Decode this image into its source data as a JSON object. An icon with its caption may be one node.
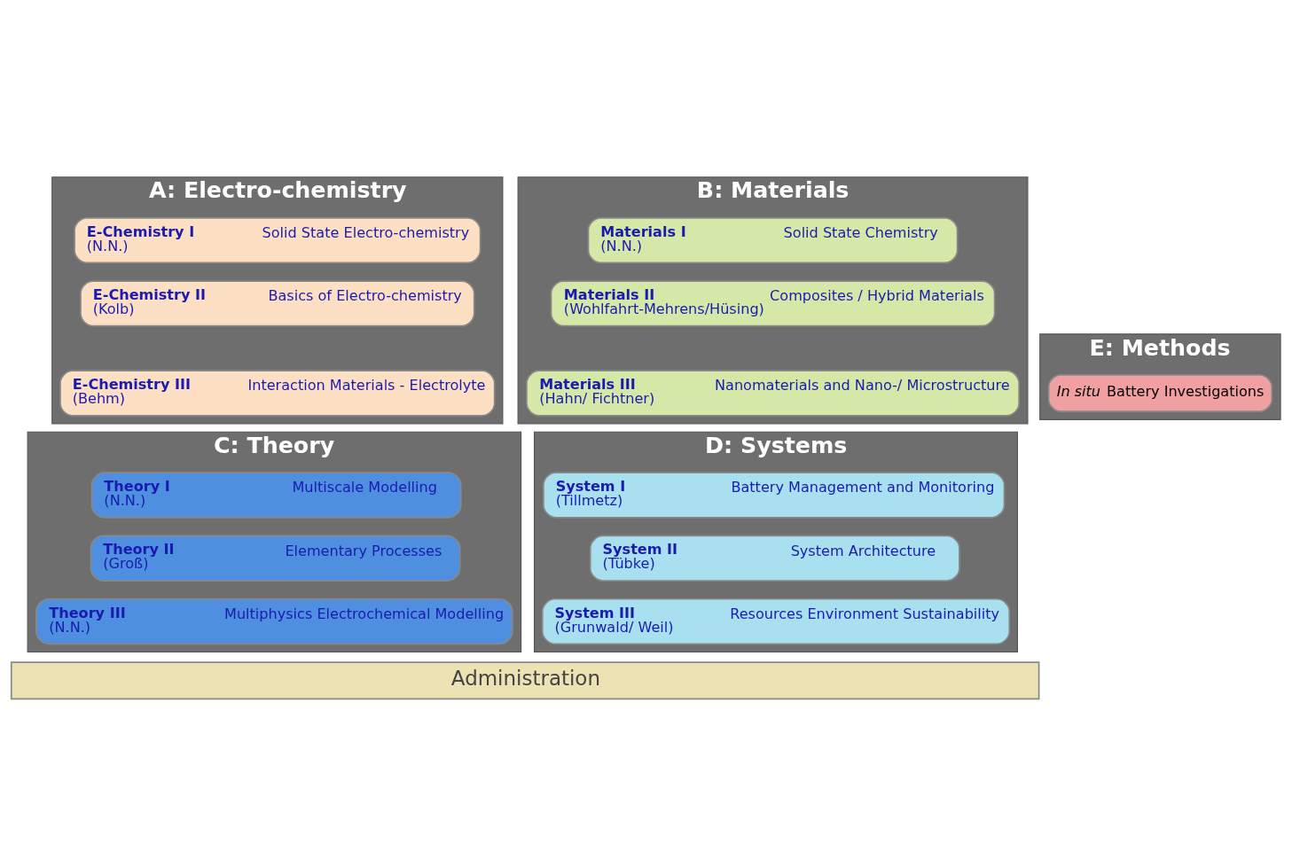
{
  "diagram": {
    "nodes": [
      {
        "text": [
          "A: Electro-chemistry"
        ]
      },
      {
        "text": [
          "E-Chemistry I",
          "(N.N.)",
          "Solid State Electro-chemistry"
        ],
        "in": 0
      },
      {
        "text": [
          "E-Chemistry II",
          "(Kolb)",
          "Basics of Electro-chemistry"
        ],
        "in": 0
      },
      {
        "text": [
          "E-Chemistry III",
          "(Behm)",
          "Interaction Materials - Electrolyte"
        ],
        "in": 0
      },
      {
        "text": [
          "B: Materials"
        ]
      },
      {
        "text": [
          "Materials I",
          "(N.N.)",
          "Solid State Chemistry"
        ],
        "in": 4
      },
      {
        "text": [
          "Materials II",
          "(Wohlfahrt-Mehrens/Hüsing)",
          "Composites / Hybrid Materials"
        ],
        "in": 4
      },
      {
        "text": [
          "Materials III",
          "(Hahn/ Fichtner)",
          "Nanomaterials and Nano-/ Microstructure"
        ],
        "in": 4
      },
      {
        "text": [
          "E: Methods"
        ]
      },
      {
        "text": [
          "*In situ* Battery Investigations"
        ],
        "in": 8
      },
      {
        "text": [
          "C: Theory"
        ]
      },
      {
        "text": [
          "Theory I",
          "(N.N.)",
          "Multiscale Modelling"
        ],
        "in": 10
      },
      {
        "text": [
          "Theory II",
          "(Groß)",
          "Elementary Processes"
        ],
        "in": 10
      },
      {
        "text": [
          "Theory III",
          "(N.N.)",
          "Multiphysics Electrochemical Modelling"
        ],
        "in": 10
      },
      {
        "text": [
          "D: Systems"
        ]
      },
      {
        "text": [
          "System I",
          "(Tillmetz)",
          "Battery Management and Monitoring"
        ],
        "in": 14
      },
      {
        "text": [
          "System II",
          "(Tübke)",
          "System Architecture"
        ],
        "in": 14
      },
      {
        "text": [
          "System III",
          "(Grunwald/ Weil)",
          "Resources Environment Sustainability"
        ],
        "in": 14
      },
      {
        "text": [
          "Administration"
        ]
      }
    ],
    "edges": []
  }
}
